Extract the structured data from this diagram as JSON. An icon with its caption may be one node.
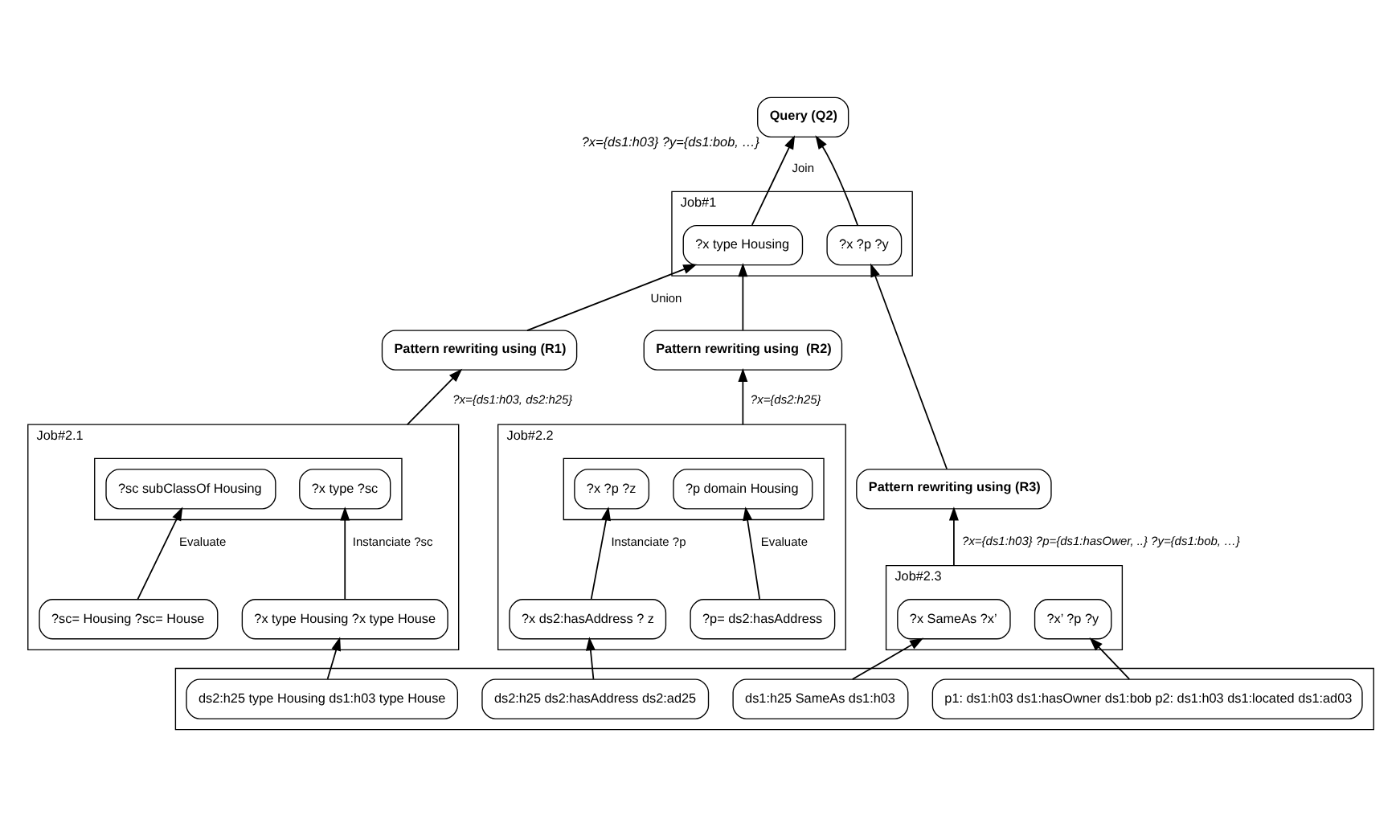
{
  "diagram": {
    "nodes": [
      {
        "text": [
          "Query (Q2)"
        ],
        "beside": [
          "?x={ds1:h03} ?y={ds1:bob, …}"
        ]
      },
      {
        "text": [
          "Job#1"
        ]
      },
      {
        "text": [
          "?x type Housing"
        ],
        "in": 1
      },
      {
        "text": [
          "?x ?p ?y"
        ],
        "in": 1
      },
      {
        "text": [
          "Pattern rewriting using (R1)"
        ]
      },
      {
        "text": [
          "Pattern rewriting using  (R2)"
        ]
      },
      {
        "text": [
          "Pattern rewriting using (R3)"
        ]
      },
      {
        "text": [
          "Job#2.1"
        ]
      },
      {
        "text": [],
        "shape": "box",
        "in": 7
      },
      {
        "text": [
          "?x type ?sc"
        ],
        "in": 8
      },
      {
        "text": [
          "?sc subClassOf Housing"
        ],
        "in": 8
      },
      {
        "text": [
          "?x type Housing ?x type House"
        ],
        "in": 7
      },
      {
        "text": [
          "?sc= Housing ?sc= House"
        ],
        "in": 7
      },
      {
        "text": [
          "Job#2.2"
        ]
      },
      {
        "text": [],
        "shape": "box",
        "in": 13
      },
      {
        "text": [
          "?p domain Housing"
        ],
        "in": 14
      },
      {
        "text": [
          "?x ?p ?z"
        ],
        "in": 14
      },
      {
        "text": [
          "?p= ds2:hasAddress"
        ],
        "in": 13
      },
      {
        "text": [
          "?x ds2:hasAddress ? z"
        ],
        "in": 13
      },
      {
        "text": [
          "Job#2.3"
        ]
      },
      {
        "text": [
          "?x SameAs ?x’"
        ],
        "in": 19
      },
      {
        "text": [
          "?x’ ?p ?y"
        ],
        "in": 19
      },
      {
        "text": [],
        "shape": "box"
      },
      {
        "text": [
          "ds2:h25 type Housing ds1:h03 type House"
        ],
        "in": 22
      },
      {
        "text": [
          "ds2:h25 ds2:hasAddress ds2:ad25"
        ],
        "in": 22
      },
      {
        "text": [
          "ds1:h25 SameAs ds1:h03"
        ],
        "in": 22
      },
      {
        "text": [
          "p1: ds1:h03 ds1:hasOwner ds1:bob p2: ds1:h03 ds1:located ds1:ad03"
        ],
        "in": 22
      }
    ],
    "edges": [
      {
        "from": 2,
        "to": 0,
        "arrow": "to",
        "label": "Join"
      },
      {
        "from": 3,
        "to": 0,
        "arrow": "to"
      },
      {
        "from": 4,
        "to": 2,
        "arrow": "to",
        "label": "Union"
      },
      {
        "from": 5,
        "to": 2,
        "arrow": "to"
      },
      {
        "from": 6,
        "to": 3,
        "arrow": "to"
      },
      {
        "from": 7,
        "to": 4,
        "arrow": "to",
        "label": "?x={ds1:h03, ds2:h25}"
      },
      {
        "from": 13,
        "to": 5,
        "arrow": "to",
        "label": "?x={ds2:h25}"
      },
      {
        "from": 19,
        "to": 6,
        "arrow": "to",
        "label": "?x={ds1:h03} ?p={ds1:hasOwer, ..} ?y={ds1:bob, …}"
      },
      {
        "from": 11,
        "to": 9,
        "arrow": "to",
        "label": "Instanciate ?sc"
      },
      {
        "from": 12,
        "to": 10,
        "arrow": "to",
        "label": "Evaluate"
      },
      {
        "from": 17,
        "to": 15,
        "arrow": "to",
        "label": "Evaluate"
      },
      {
        "from": 18,
        "to": 16,
        "arrow": "to",
        "label": "Instanciate ?p"
      },
      {
        "from": 23,
        "to": 11,
        "arrow": "to"
      },
      {
        "from": 24,
        "to": 18,
        "arrow": "to"
      },
      {
        "from": 25,
        "to": 20,
        "arrow": "to"
      },
      {
        "from": 26,
        "to": 21,
        "arrow": "to"
      }
    ]
  }
}
